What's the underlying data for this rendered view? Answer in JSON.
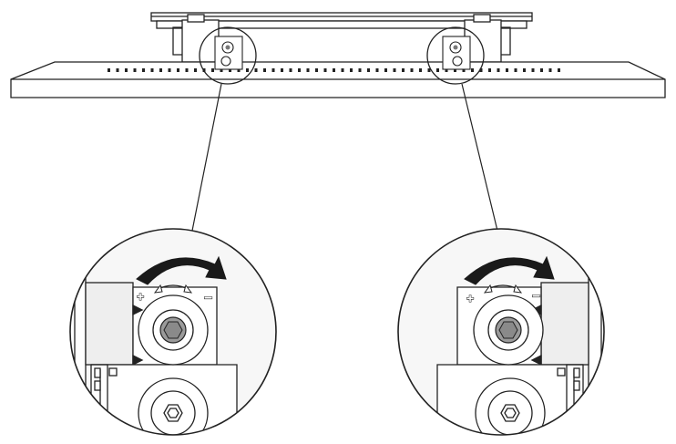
{
  "figure": {
    "kind": "installation-diagram",
    "description_visible_text": "",
    "colors": {
      "line": "#222222",
      "panel_fill": "#f7f7f7",
      "detail_fill": "#e9e9e9",
      "bolt_fill": "#9a9a9a",
      "arrow_fill": "#1a1a1a"
    }
  },
  "callouts": [
    {
      "id": "left",
      "rotation_direction": "clockwise",
      "symbols": {
        "plus": "+",
        "minus": "−"
      },
      "plus_side": "left",
      "minus_side": "right"
    },
    {
      "id": "right",
      "rotation_direction": "clockwise",
      "symbols": {
        "plus": "+",
        "minus": "−"
      },
      "plus_side": "left",
      "minus_side": "right"
    }
  ]
}
